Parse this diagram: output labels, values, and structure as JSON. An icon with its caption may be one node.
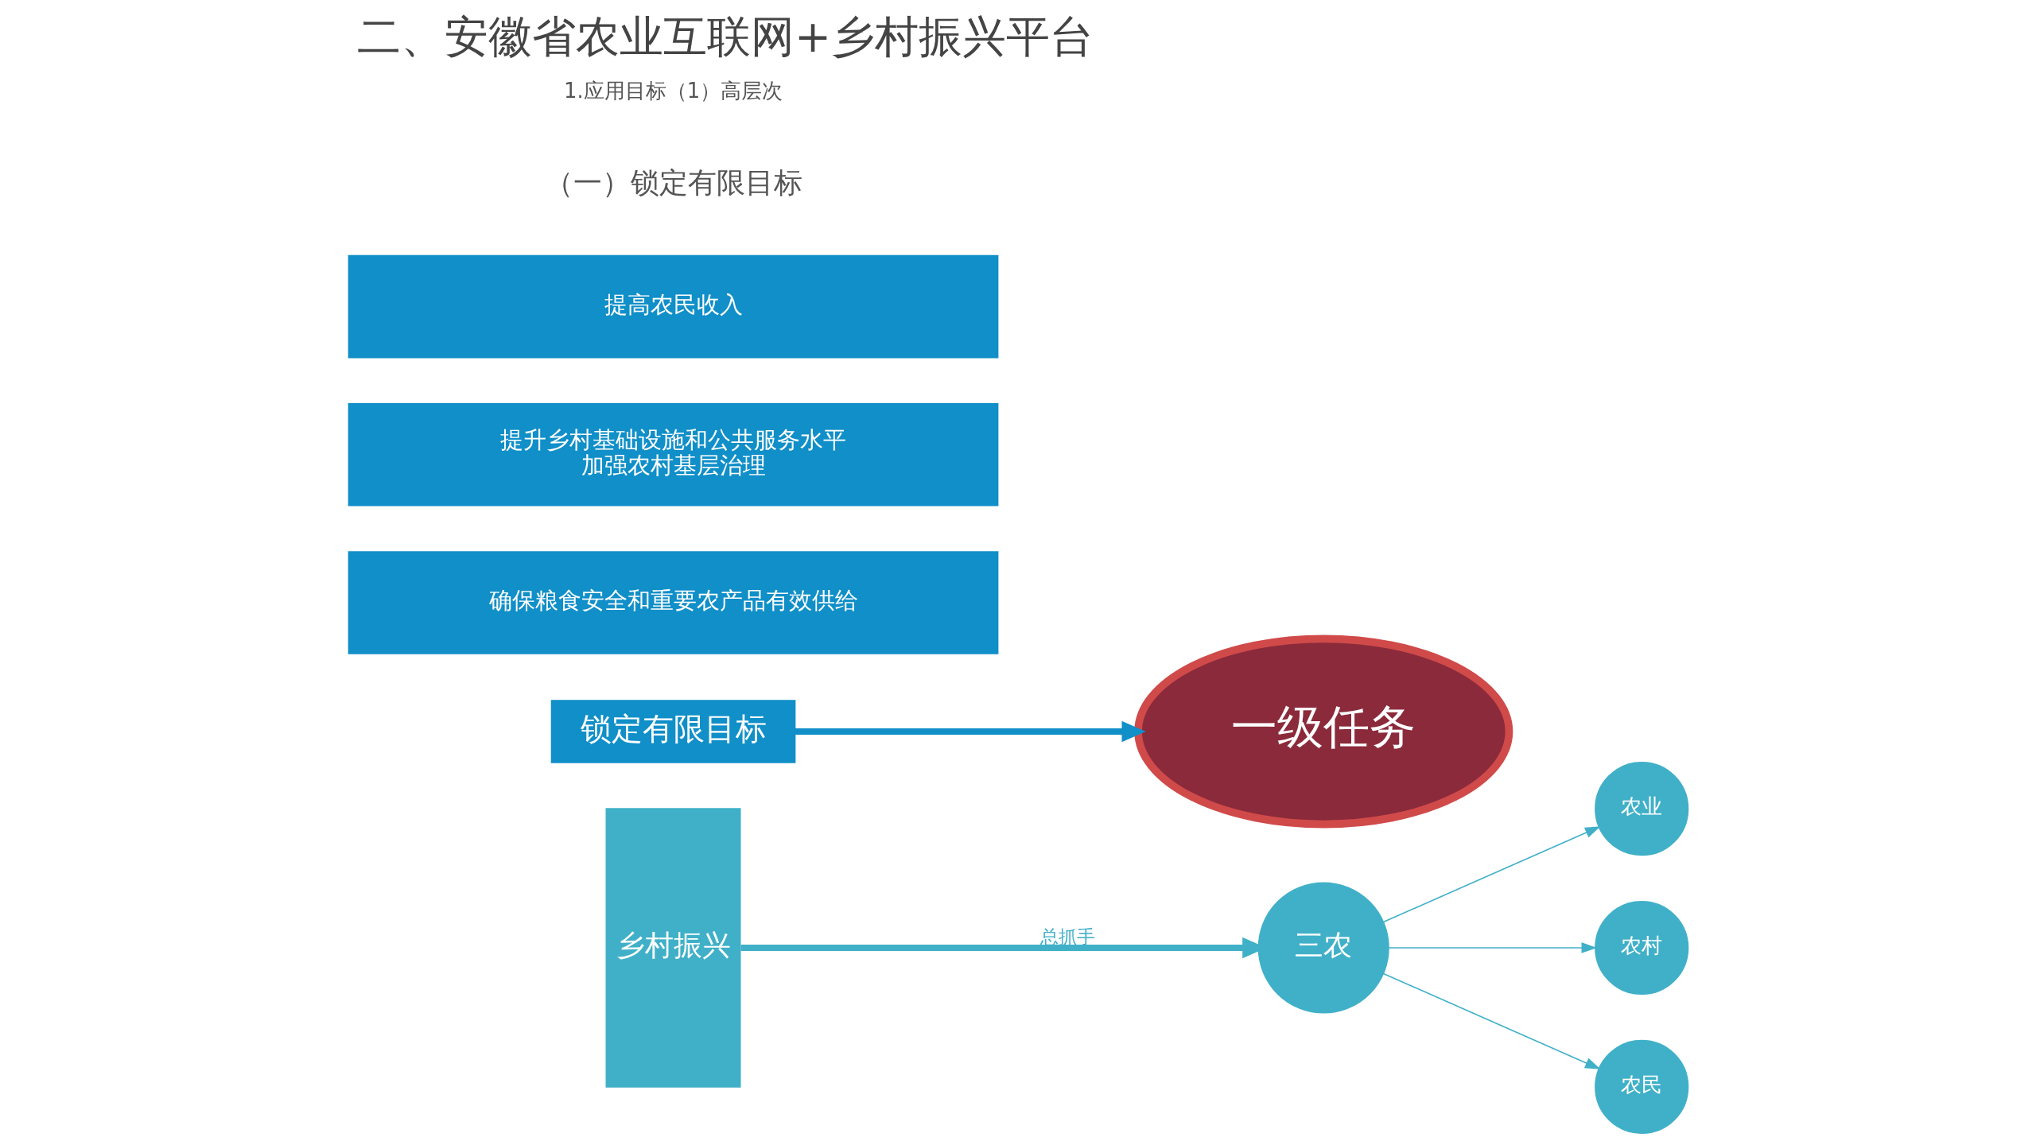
{
  "diagram": {
    "title": "二、安徽省农业互联网+乡村振兴平台",
    "nodes": [
      {
        "text": [
          "乡村振兴"
        ]
      },
      {
        "text": [
          "三农"
        ]
      },
      {
        "text": [
          "农业"
        ]
      },
      {
        "text": [
          "农村"
        ]
      },
      {
        "text": [
          "农民"
        ]
      },
      {
        "text": [
          "锁定有限目标"
        ]
      },
      {
        "text": [
          "确保粮食安全和重要农产品有效供给"
        ]
      },
      {
        "text": [
          "提升乡村基础设施和公共服务水平",
          "加强农村基层治理"
        ]
      },
      {
        "text": [
          "提高农民收入"
        ]
      },
      {
        "text": [
          "一级任务"
        ]
      }
    ],
    "edges": [
      {
        "from": 0,
        "to": 1,
        "arrow": "to",
        "label": "总抓手",
        "style": "thick"
      },
      {
        "from": 1,
        "to": 2,
        "arrow": "to"
      },
      {
        "from": 1,
        "to": 3,
        "arrow": "to"
      },
      {
        "from": 1,
        "to": 4,
        "arrow": "to"
      },
      {
        "from": 5,
        "to": 9,
        "arrow": "to",
        "style": "thick",
        "color": "#108fc8"
      }
    ],
    "labels": [
      "（一）锁定有限目标",
      "1.应用目标（1）高层次"
    ]
  }
}
